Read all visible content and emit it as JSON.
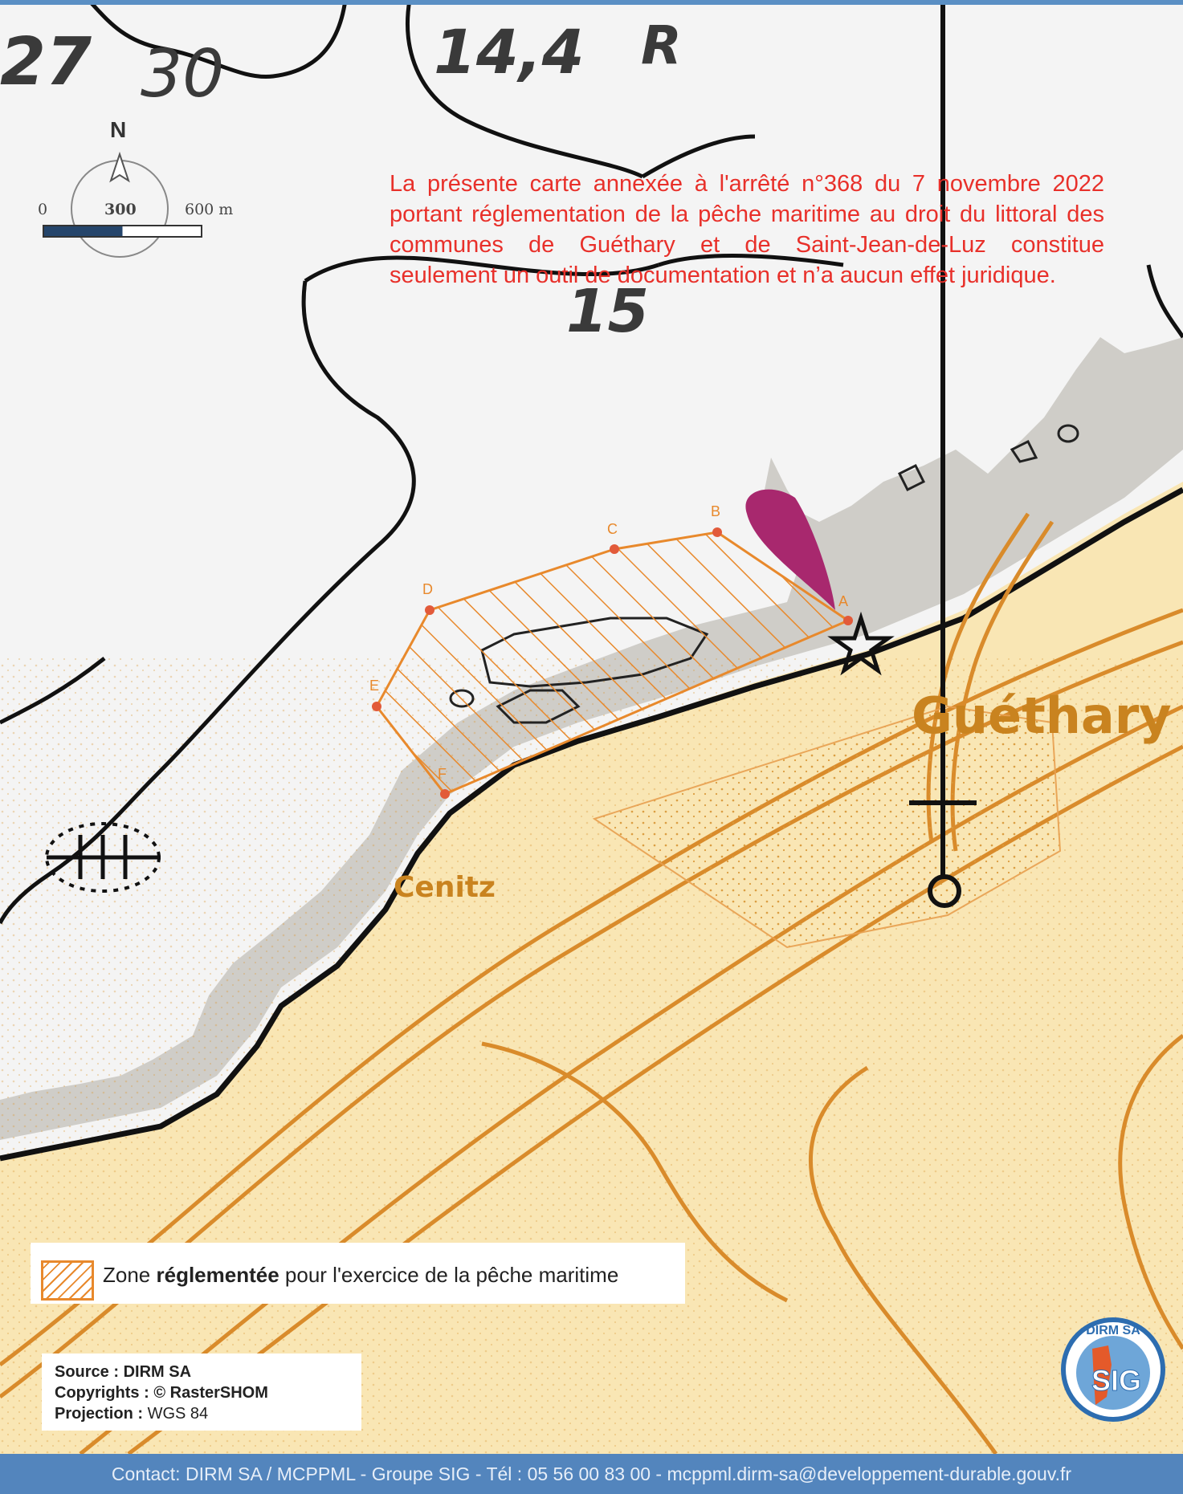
{
  "disclaimer": "La présente carte annexée à l'arrêté n°368 du 7 novembre 2022 portant réglementation de la pêche maritime au droit du littoral des communes de Guéthary et de Saint-Jean-de-Luz constitue seulement un outil de documentation et n’a aucun effet juridique.",
  "compass": {
    "north": "N",
    "icon": "north-arrow-icon"
  },
  "scale_bar": {
    "zero": "0",
    "mid": "300",
    "end": "600 m"
  },
  "depths": {
    "d27": "27",
    "d30": "30",
    "d144": "14,4",
    "r": "R",
    "d15": "15"
  },
  "places": {
    "guethary": "Guéthary",
    "cenitz": "Cenitz"
  },
  "zone_points": [
    "A",
    "B",
    "C",
    "D",
    "E",
    "F"
  ],
  "legend": {
    "prefix": "Zone ",
    "bold": "réglementée",
    "suffix": " pour l'exercice de la pêche maritime"
  },
  "source": {
    "source_label": "Source : ",
    "source_value": "DIRM SA",
    "copyright_label": "Copyrights : ",
    "copyright_value": "© RasterSHOM",
    "projection_label": "Projection : ",
    "projection_value": "WGS 84"
  },
  "logo": {
    "arc_text": "DIRM SA",
    "text": "SIG"
  },
  "footer": "Contact: DIRM SA / MCPPML - Groupe SIG - Tél : 05 56 00 83 00 - mcppml.dirm-sa@developpement-durable.gouv.fr",
  "colors": {
    "land": "#f9e6b4",
    "sea": "#f4f4f4",
    "foreshore": "#cfcdc8",
    "zone": "#e8892c",
    "marker": "#a8286e",
    "footer": "#5385bd",
    "disclaimer": "#e8302a"
  }
}
